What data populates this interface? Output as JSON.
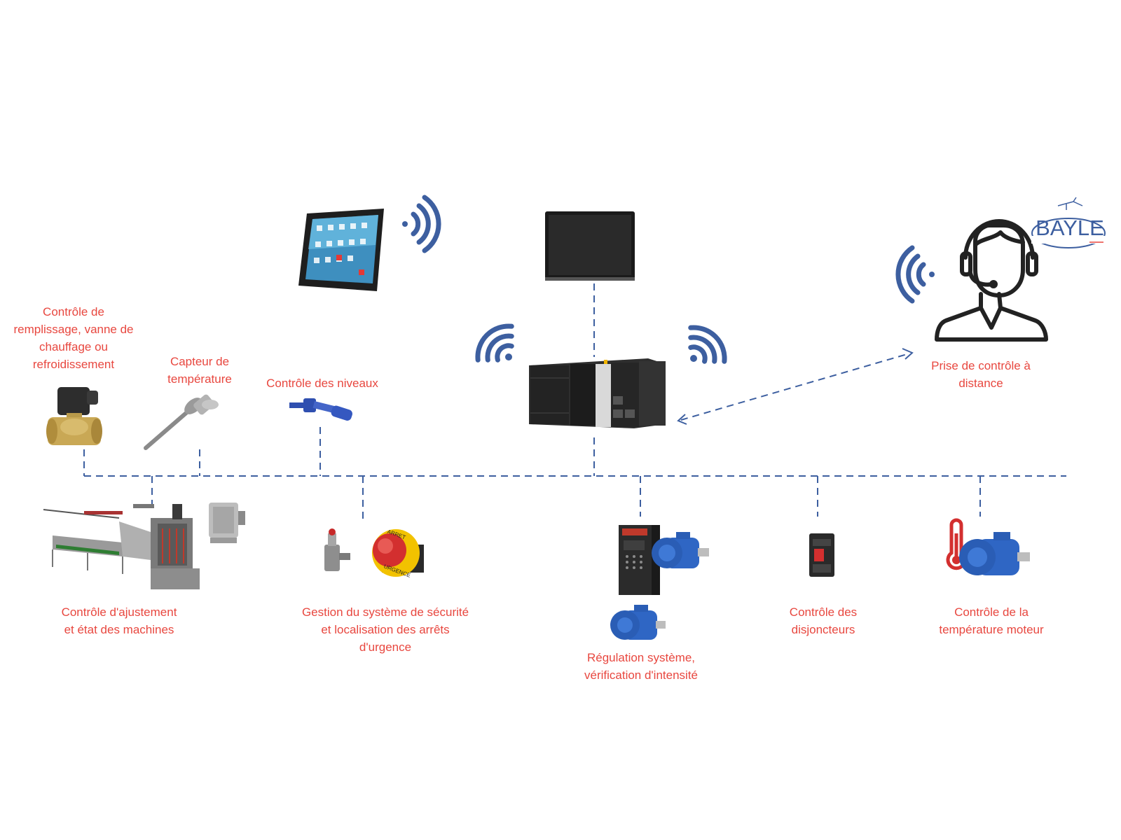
{
  "colors": {
    "label": "#e8473f",
    "line": "#3d5fa0",
    "wifi": "#3d5fa0",
    "motor": "#2f66c4",
    "device_dark": "#2b2b2b"
  },
  "logo": {
    "text": "BAYLE"
  },
  "labels": {
    "remote_control": "Prise de contrôle à\ndistance",
    "fill_control": "Contrôle de\nremplissage, vanne de\nchauffage ou\nrefroidissement",
    "temp_sensor": "Capteur de\ntempérature",
    "level_control": "Contrôle des niveaux",
    "machine_control": "Contrôle d'ajustement\net état des machines",
    "safety": "Gestion du système de sécurité\net localisation des arrêts\nd'urgence",
    "regulation": "Régulation système,\nvérification d'intensité",
    "breakers": "Contrôle des\ndisjoncteurs",
    "motor_temp": "Contrôle de la\ntempérature moteur"
  },
  "estop_text": {
    "top": "ARRET",
    "bottom": "URGENCE"
  },
  "icons": [
    "tablet-icon",
    "monitor-icon",
    "plc-icon",
    "operator-headset-icon",
    "wifi-icon",
    "solenoid-valve-icon",
    "temperature-probe-icon",
    "level-switch-icon",
    "machinery-icon",
    "emergency-stop-icon",
    "variable-drive-icon",
    "motor-icon",
    "circuit-breaker-icon",
    "thermometer-icon"
  ]
}
